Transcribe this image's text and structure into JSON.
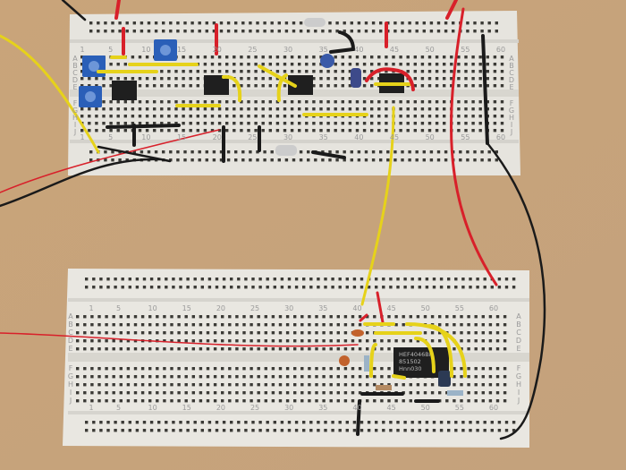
{
  "scene": {
    "description_colors": {
      "table": "#c7a47c",
      "board": "#e9e7e1",
      "hole": "#3b3a36",
      "wire_yellow": "#e6d21a",
      "wire_red": "#d8202a",
      "wire_black": "#1a1a1a",
      "trimmer_blue": "#2a5fb8",
      "ic_black": "#1f1f1f"
    }
  },
  "board_labels": {
    "column_numbers": [
      "1",
      "5",
      "10",
      "15",
      "20",
      "25",
      "30",
      "35",
      "40",
      "45",
      "50",
      "55",
      "60"
    ],
    "rows_top": [
      "A",
      "B",
      "C",
      "D",
      "E"
    ],
    "rows_bottom": [
      "F",
      "G",
      "H",
      "I",
      "J"
    ]
  },
  "ic_marking": [
    "HEF4046BP",
    "851502",
    "Hnn030"
  ]
}
